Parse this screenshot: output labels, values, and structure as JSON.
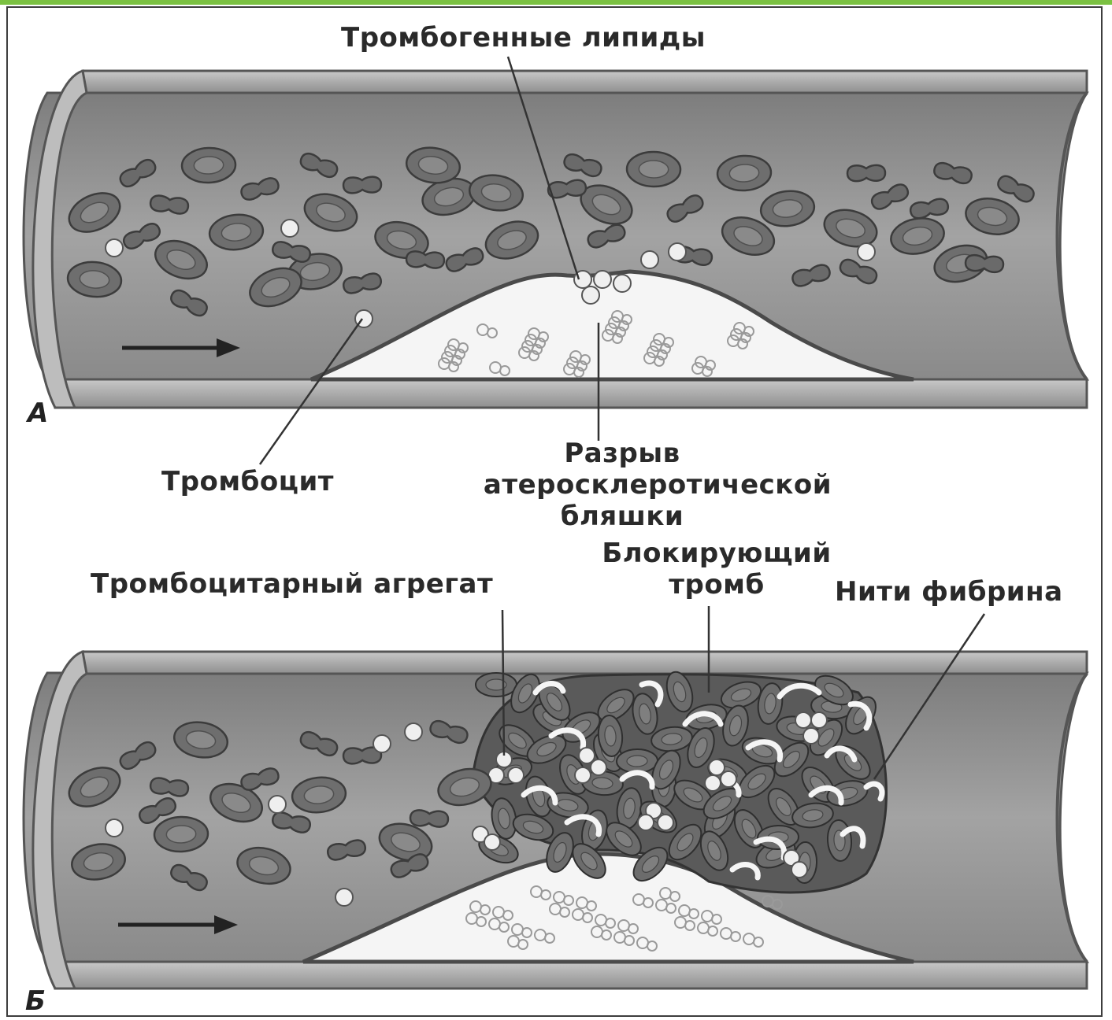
{
  "colors": {
    "accent_bar": "#7bc142",
    "vessel_wall": "#a9a9a9",
    "vessel_lumen": "#9a9a9a",
    "plaque_fill": "#f4f4f4",
    "cell_dark": "#6a6a6a",
    "cell_light": "#e8e8e8",
    "text": "#2a2a2a"
  },
  "panel_a": {
    "letter": "А",
    "labels": {
      "thrombogenic_lipids": "Тромбогенные липиды",
      "platelet": "Тромбоцит",
      "plaque_rupture_line1": "Разрыв",
      "plaque_rupture_line2": "атеросклеротической",
      "plaque_rupture_line3": "бляшки"
    },
    "icons": [
      "flow-arrow-icon"
    ]
  },
  "panel_b": {
    "letter": "Б",
    "labels": {
      "platelet_aggregate": "Тромбоцитарный агрегат",
      "blocking_thrombus_line1": "Блокирующий",
      "blocking_thrombus_line2": "тромб",
      "fibrin_threads": "Нити фибрина"
    },
    "icons": [
      "flow-arrow-icon"
    ]
  }
}
